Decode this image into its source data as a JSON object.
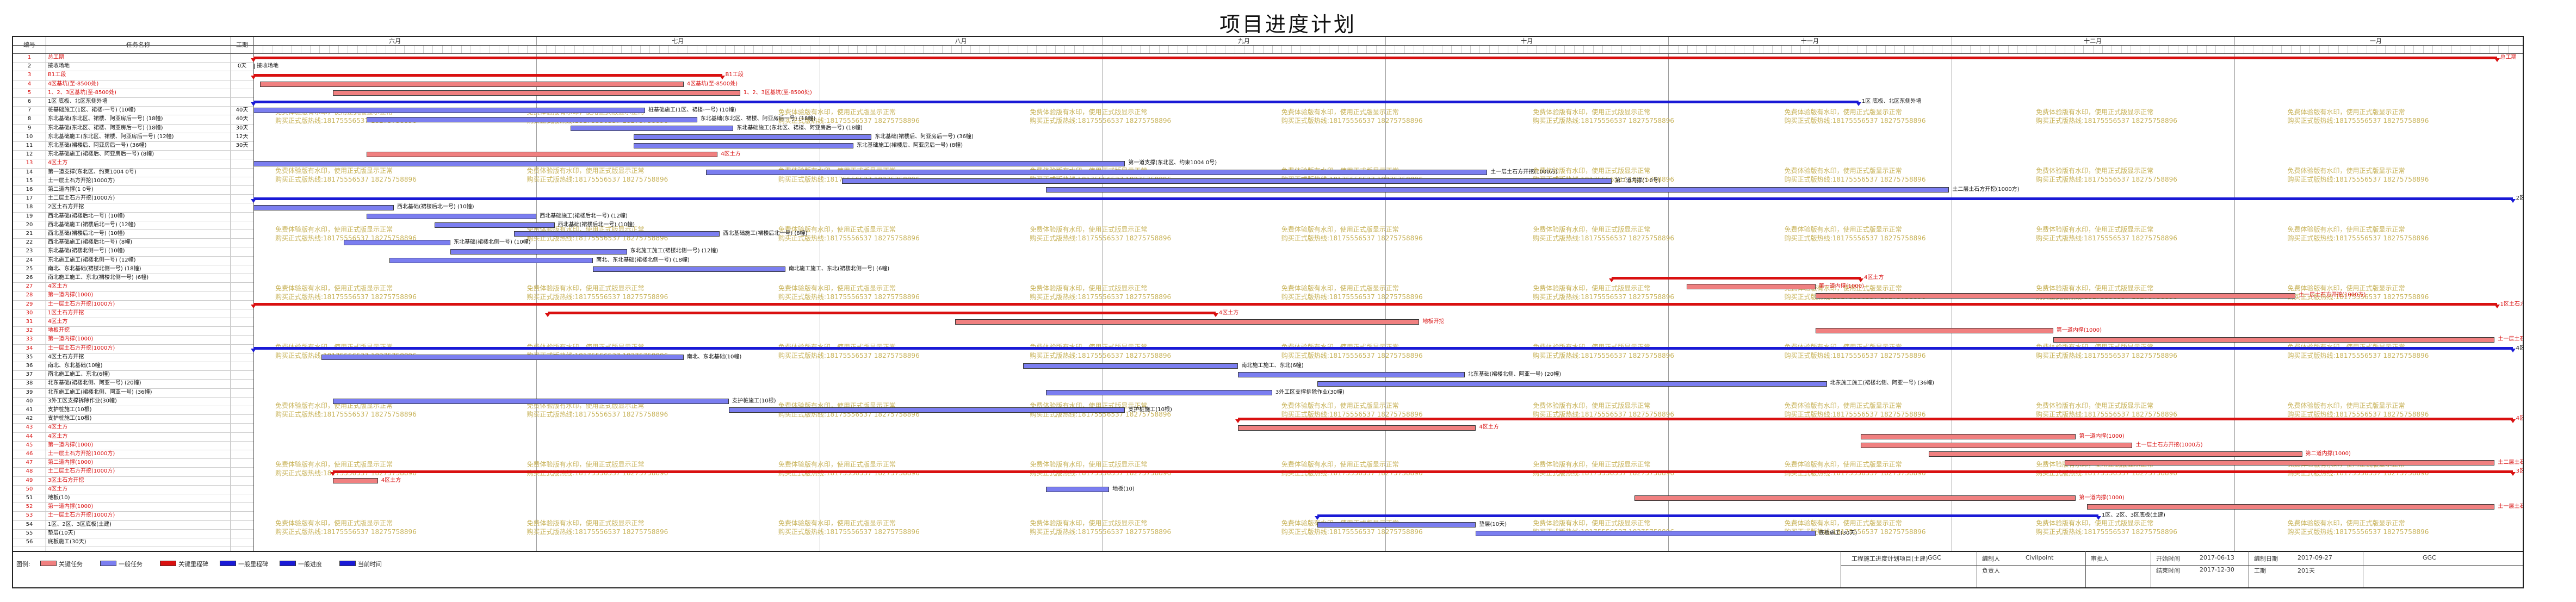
{
  "title": "项目进度计划",
  "header": {
    "num_label": "编号",
    "name_label": "任务名称",
    "dur_label": "工期",
    "months": [
      "六月",
      "七月",
      "八月",
      "九月",
      "十月",
      "十一月",
      "十二月",
      "一月"
    ]
  },
  "tasks": [
    {
      "num": "1",
      "name": "总工期",
      "dur": "",
      "crit": true
    },
    {
      "num": "2",
      "name": "接收场地",
      "dur": "0天",
      "crit": false
    },
    {
      "num": "3",
      "name": "B1工段",
      "dur": "",
      "crit": true
    },
    {
      "num": "4",
      "name": "4区基坑(至-8500处)",
      "dur": "",
      "crit": true
    },
    {
      "num": "5",
      "name": "1、2、3区基坑(至-8500处)",
      "dur": "",
      "crit": true
    },
    {
      "num": "6",
      "name": "1区 底板、北区东侧外墙",
      "dur": "",
      "crit": false
    },
    {
      "num": "7",
      "name": "桩基础施工(1区、裙楼-一号)  (10幢)",
      "dur": "40天",
      "crit": false
    },
    {
      "num": "8",
      "name": "东北基础(东北区、裙楼、阿亚房后一号)  (18幢)",
      "dur": "40天",
      "crit": false
    },
    {
      "num": "9",
      "name": "东北基础(东北区、裙楼、阿亚房后一号)  (18幢)",
      "dur": "30天",
      "crit": false
    },
    {
      "num": "10",
      "name": "东北基础施工(东北区、裙楼、阿亚房后一号)  (12幢)",
      "dur": "12天",
      "crit": false
    },
    {
      "num": "11",
      "name": "东北基础(裙楼后、阿亚房后一号)  (36幢)",
      "dur": "30天",
      "crit": false
    },
    {
      "num": "12",
      "name": "东北基础施工(裙楼后、阿亚房后一号)  (8幢)",
      "dur": "",
      "crit": false
    },
    {
      "num": "13",
      "name": "4区土方",
      "dur": "",
      "crit": true
    },
    {
      "num": "14",
      "name": "第一道支撑(东北区、约束1004 0号)",
      "dur": "",
      "crit": false
    },
    {
      "num": "15",
      "name": "土一层土石方开挖(1000方)",
      "dur": "",
      "crit": false
    },
    {
      "num": "16",
      "name": "第二道内撑(1 0号)",
      "dur": "",
      "crit": false
    },
    {
      "num": "17",
      "name": "土二层土石方开挖(1000方)",
      "dur": "",
      "crit": false
    },
    {
      "num": "18",
      "name": "2区土石方开挖",
      "dur": "",
      "crit": false
    },
    {
      "num": "19",
      "name": "西北基础(裙楼后北一号)  (10幢)",
      "dur": "",
      "crit": false
    },
    {
      "num": "20",
      "name": "西北基础施工(裙楼后北一号)  (12幢)",
      "dur": "",
      "crit": false
    },
    {
      "num": "21",
      "name": "西北基础(裙楼后北一号)  (10幢)",
      "dur": "",
      "crit": false
    },
    {
      "num": "22",
      "name": "西北基础施工(裙楼后北一号)  (8幢)",
      "dur": "",
      "crit": false
    },
    {
      "num": "23",
      "name": "东北基础(裙楼北侧一号)  (10幢)",
      "dur": "",
      "crit": false
    },
    {
      "num": "24",
      "name": "东北施工施工(裙楼北侧一号)  (12幢)",
      "dur": "",
      "crit": false
    },
    {
      "num": "25",
      "name": "南北、东北基础(裙楼北侧一号)  (18幢)",
      "dur": "",
      "crit": false
    },
    {
      "num": "26",
      "name": "南北施工施工、东北(裙楼北侧一号)  (6幢)",
      "dur": "",
      "crit": false
    },
    {
      "num": "27",
      "name": "4区土方",
      "dur": "",
      "crit": true
    },
    {
      "num": "28",
      "name": "第一道内撑(1000)",
      "dur": "",
      "crit": true
    },
    {
      "num": "29",
      "name": "土一层土石方开挖(1000方)",
      "dur": "",
      "crit": true
    },
    {
      "num": "30",
      "name": "1区土石方开挖",
      "dur": "",
      "crit": true
    },
    {
      "num": "31",
      "name": "4区土方",
      "dur": "",
      "crit": true
    },
    {
      "num": "32",
      "name": "地板开挖",
      "dur": "",
      "crit": true
    },
    {
      "num": "33",
      "name": "第一道内撑(1000)",
      "dur": "",
      "crit": true
    },
    {
      "num": "34",
      "name": "土一层土石方开挖(1000方)",
      "dur": "",
      "crit": true
    },
    {
      "num": "35",
      "name": "4区土石方开挖",
      "dur": "",
      "crit": false
    },
    {
      "num": "36",
      "name": "南北、东北基础(10幢)",
      "dur": "",
      "crit": false
    },
    {
      "num": "37",
      "name": "南北施工施工、东北(6幢)",
      "dur": "",
      "crit": false
    },
    {
      "num": "38",
      "name": "北东基础(裙楼北侧、阿亚一号)  (20幢)",
      "dur": "",
      "crit": false
    },
    {
      "num": "39",
      "name": "北东施工施工(裙楼北侧、阿亚一号)  (36幢)",
      "dur": "",
      "crit": false
    },
    {
      "num": "40",
      "name": "3外工区支撑拆除作业(30幢)",
      "dur": "",
      "crit": false
    },
    {
      "num": "41",
      "name": "支护桩施工(10根)",
      "dur": "",
      "crit": false
    },
    {
      "num": "42",
      "name": "支护桩施工(10根)",
      "dur": "",
      "crit": false
    },
    {
      "num": "43",
      "name": "4区土方",
      "dur": "",
      "crit": true
    },
    {
      "num": "44",
      "name": "4区土方",
      "dur": "",
      "crit": true
    },
    {
      "num": "45",
      "name": "第一道内撑(1000)",
      "dur": "",
      "crit": true
    },
    {
      "num": "46",
      "name": "土一层土石方开挖(1000方)",
      "dur": "",
      "crit": true
    },
    {
      "num": "47",
      "name": "第二道内撑(1000)",
      "dur": "",
      "crit": true
    },
    {
      "num": "48",
      "name": "土二层土石方开挖(1000方)",
      "dur": "",
      "crit": true
    },
    {
      "num": "49",
      "name": "3区土石方开挖",
      "dur": "",
      "crit": true
    },
    {
      "num": "50",
      "name": "4区土方",
      "dur": "",
      "crit": true
    },
    {
      "num": "51",
      "name": "地板(10)",
      "dur": "",
      "crit": false
    },
    {
      "num": "52",
      "name": "第一道内撑(1000)",
      "dur": "",
      "crit": true
    },
    {
      "num": "53",
      "name": "土一层土石方开挖(1000方)",
      "dur": "",
      "crit": true
    },
    {
      "num": "54",
      "name": "1区、2区、3区底板(土建)",
      "dur": "",
      "crit": false
    },
    {
      "num": "55",
      "name": "垫层(10天)",
      "dur": "",
      "crit": false
    },
    {
      "num": "56",
      "name": "底板施工(30天)",
      "dur": "",
      "crit": false
    }
  ],
  "bars": [
    {
      "row": 0,
      "start": 0.0,
      "end": 0.991,
      "kind": "csum",
      "label": "总工期"
    },
    {
      "row": 1,
      "start": 0.0,
      "end": 0.0,
      "kind": "task",
      "label": "接收场地"
    },
    {
      "row": 2,
      "start": 0.0,
      "end": 0.207,
      "kind": "csum",
      "label": "B1工段"
    },
    {
      "row": 3,
      "start": 0.003,
      "end": 0.19,
      "kind": "crit",
      "label": "4区基坑(至-8500处)"
    },
    {
      "row": 4,
      "start": 0.035,
      "end": 0.215,
      "kind": "crit",
      "label": "1、2、3区基坑(至-8500处)"
    },
    {
      "row": 5,
      "start": 0.0,
      "end": 0.709,
      "kind": "sum",
      "label": "1区 底板、北区东侧外墙"
    },
    {
      "row": 6,
      "start": 0.0,
      "end": 0.173,
      "kind": "task",
      "label": "桩基础施工(1区、裙楼-一号)  (10幢)"
    },
    {
      "row": 7,
      "start": 0.05,
      "end": 0.196,
      "kind": "task",
      "label": "东北基础(东北区、裙楼、阿亚房后一号)  (18幢)"
    },
    {
      "row": 8,
      "start": 0.14,
      "end": 0.212,
      "kind": "task",
      "label": "东北基础施工(东北区、裙楼、阿亚房后一号)  (18幢)"
    },
    {
      "row": 9,
      "start": 0.168,
      "end": 0.273,
      "kind": "task",
      "label": "东北基础(裙楼后、阿亚房后一号)  (36幢)"
    },
    {
      "row": 10,
      "start": 0.168,
      "end": 0.265,
      "kind": "task",
      "label": "东北基础施工(裙楼后、阿亚房后一号)  (8幢)"
    },
    {
      "row": 11,
      "start": 0.05,
      "end": 0.205,
      "kind": "crit",
      "label": "4区土方"
    },
    {
      "row": 12,
      "start": 0.0,
      "end": 0.385,
      "kind": "task",
      "label": "第一道支撑(东北区、约束1004 0号)"
    },
    {
      "row": 13,
      "start": 0.2,
      "end": 0.545,
      "kind": "task",
      "label": "土一层土石方开挖(1000方)"
    },
    {
      "row": 14,
      "start": 0.26,
      "end": 0.6,
      "kind": "task",
      "label": "第二道内撑(1 0号)"
    },
    {
      "row": 15,
      "start": 0.35,
      "end": 0.749,
      "kind": "task",
      "label": "土二层土石方开挖(1000方)"
    },
    {
      "row": 16,
      "start": 0.0,
      "end": 0.998,
      "kind": "sum",
      "label": "2区土石方开挖"
    },
    {
      "row": 17,
      "start": 0.0,
      "end": 0.062,
      "kind": "task",
      "label": "西北基础(裙楼后北一号)  (10幢)"
    },
    {
      "row": 18,
      "start": 0.05,
      "end": 0.125,
      "kind": "task",
      "label": "西北基础施工(裙楼后北一号)  (12幢)"
    },
    {
      "row": 19,
      "start": 0.08,
      "end": 0.133,
      "kind": "task",
      "label": "西北基础(裙楼后北一号)  (10幢)"
    },
    {
      "row": 20,
      "start": 0.115,
      "end": 0.206,
      "kind": "task",
      "label": "西北基础施工(裙楼后北一号)  (8幢)"
    },
    {
      "row": 21,
      "start": 0.04,
      "end": 0.087,
      "kind": "task",
      "label": "东北基础(裙楼北侧一号)  (10幢)"
    },
    {
      "row": 22,
      "start": 0.087,
      "end": 0.165,
      "kind": "task",
      "label": "东北施工施工(裙楼北侧一号)  (12幢)"
    },
    {
      "row": 23,
      "start": 0.06,
      "end": 0.15,
      "kind": "task",
      "label": "南北、东北基础(裙楼北侧一号)  (18幢)"
    },
    {
      "row": 24,
      "start": 0.15,
      "end": 0.235,
      "kind": "task",
      "label": "南北施工施工、东北(裙楼北侧一号)  (6幢)"
    },
    {
      "row": 25,
      "start": 0.6,
      "end": 0.71,
      "kind": "csum",
      "label": "4区土方"
    },
    {
      "row": 26,
      "start": 0.633,
      "end": 0.69,
      "kind": "crit",
      "label": "第一道内撑(1000)"
    },
    {
      "row": 27,
      "start": 0.69,
      "end": 0.902,
      "kind": "crit",
      "label": "土一层土石方开挖(1000方)"
    },
    {
      "row": 28,
      "start": 0.0,
      "end": 0.991,
      "kind": "csum",
      "label": "1区土石方开挖"
    },
    {
      "row": 29,
      "start": 0.13,
      "end": 0.425,
      "kind": "csum",
      "label": "4区土方"
    },
    {
      "row": 30,
      "start": 0.31,
      "end": 0.515,
      "kind": "crit",
      "label": "地板开挖"
    },
    {
      "row": 31,
      "start": 0.69,
      "end": 0.795,
      "kind": "crit",
      "label": "第一道内撑(1000)"
    },
    {
      "row": 32,
      "start": 0.795,
      "end": 0.99,
      "kind": "crit",
      "label": "土一层土石方开挖(1000方)"
    },
    {
      "row": 33,
      "start": 0.0,
      "end": 0.998,
      "kind": "sum",
      "label": "4区土石方开挖"
    },
    {
      "row": 34,
      "start": 0.03,
      "end": 0.19,
      "kind": "task",
      "label": "南北、东北基础(10幢)"
    },
    {
      "row": 35,
      "start": 0.34,
      "end": 0.435,
      "kind": "task",
      "label": "南北施工施工、东北(6幢)"
    },
    {
      "row": 36,
      "start": 0.435,
      "end": 0.535,
      "kind": "task",
      "label": "北东基础(裙楼北侧、阿亚一号)  (20幢)"
    },
    {
      "row": 37,
      "start": 0.47,
      "end": 0.695,
      "kind": "task",
      "label": "北东施工施工(裙楼北侧、阿亚一号)  (36幢)"
    },
    {
      "row": 38,
      "start": 0.35,
      "end": 0.45,
      "kind": "task",
      "label": "3外工区支撑拆除作业(30幢)"
    },
    {
      "row": 39,
      "start": 0.035,
      "end": 0.21,
      "kind": "task",
      "label": "支护桩施工(10根)"
    },
    {
      "row": 40,
      "start": 0.21,
      "end": 0.385,
      "kind": "task",
      "label": "支护桩施工(10根)"
    },
    {
      "row": 41,
      "start": 0.435,
      "end": 0.998,
      "kind": "csum",
      "label": "4区土方"
    },
    {
      "row": 42,
      "start": 0.435,
      "end": 0.54,
      "kind": "crit",
      "label": "4区土方"
    },
    {
      "row": 43,
      "start": 0.71,
      "end": 0.805,
      "kind": "crit",
      "label": "第一道内撑(1000)"
    },
    {
      "row": 44,
      "start": 0.71,
      "end": 0.83,
      "kind": "crit",
      "label": "土一层土石方开挖(1000方)"
    },
    {
      "row": 45,
      "start": 0.74,
      "end": 0.905,
      "kind": "crit",
      "label": "第二道内撑(1000)"
    },
    {
      "row": 46,
      "start": 0.8,
      "end": 0.99,
      "kind": "crit",
      "label": "土二层土石方开挖(1000方)"
    },
    {
      "row": 47,
      "start": 0.035,
      "end": 0.998,
      "kind": "csum",
      "label": "3区土石方开挖"
    },
    {
      "row": 48,
      "start": 0.035,
      "end": 0.055,
      "kind": "crit",
      "label": "4区土方"
    },
    {
      "row": 49,
      "start": 0.35,
      "end": 0.378,
      "kind": "task",
      "label": "地板(10)"
    },
    {
      "row": 50,
      "start": 0.61,
      "end": 0.805,
      "kind": "crit",
      "label": "第一道内撑(1000)"
    },
    {
      "row": 51,
      "start": 0.81,
      "end": 0.99,
      "kind": "crit",
      "label": "土一层土石方开挖(1000方)"
    },
    {
      "row": 52,
      "start": 0.47,
      "end": 0.815,
      "kind": "sum",
      "label": "1区、2区、3区底板(土建)"
    },
    {
      "row": 53,
      "start": 0.47,
      "end": 0.54,
      "kind": "task",
      "label": "垫层(10天)"
    },
    {
      "row": 54,
      "start": 0.54,
      "end": 0.69,
      "kind": "task",
      "label": "底板施工(30天)"
    }
  ],
  "watermark": {
    "line1": "免费体验版有水印，使用正式版显示正常",
    "line2": "购买正式版热线:18175556537  18275758896"
  },
  "legend": {
    "label": "图例:",
    "items": [
      "关键任务",
      "一般任务",
      "关键里程碑",
      "一般里程碑",
      "一般进度",
      "当前时间"
    ]
  },
  "info": {
    "project_label": "工程施工进度计划项目(土建)",
    "code_label": "GGC",
    "drawer_label": "编制人",
    "drawer": "Civilpoint",
    "checker_label": "审批人",
    "reviewer_label": "负责人",
    "reviewer": "",
    "start_label": "开始时间",
    "start": "2017-06-13",
    "finish_label": "结束时间",
    "finish": "2017-12-30",
    "date_label": "编制日期",
    "date": "2017-09-27",
    "duration_label": "工期",
    "duration": "201天",
    "company": "GGC"
  },
  "colors": {
    "task": "#7b7ef0",
    "critical": "#f08080",
    "summary": "#1a1ad6",
    "critical_summary": "#d91010",
    "watermark": "#c8b35a"
  }
}
